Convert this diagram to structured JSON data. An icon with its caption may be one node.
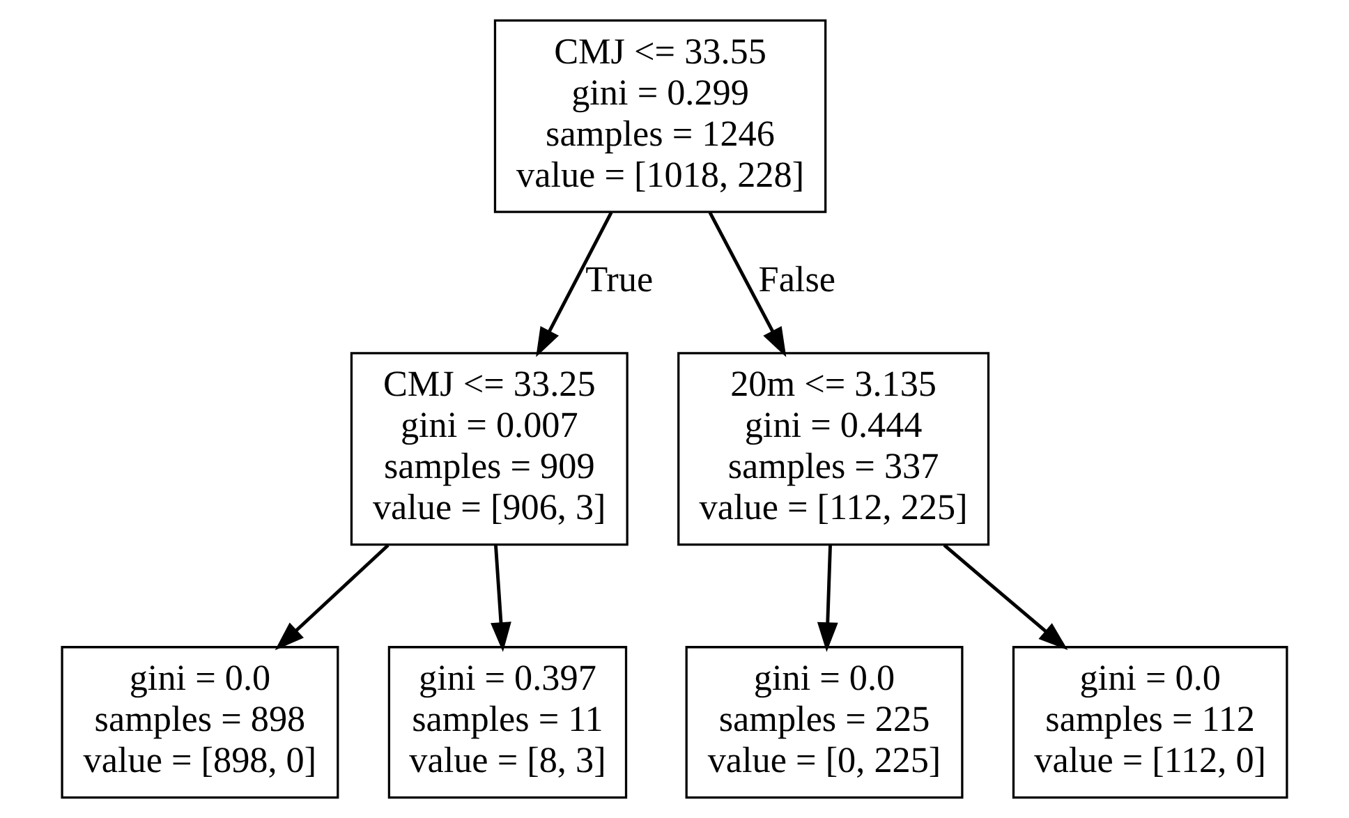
{
  "diagram": {
    "nodes": [
      {
        "text": [
          "CMJ <= 33.55",
          "gini = 0.299",
          "samples = 1246",
          "value = [1018, 228]"
        ]
      },
      {
        "text": [
          "CMJ <= 33.25",
          "gini = 0.007",
          "samples = 909",
          "value = [906, 3]"
        ]
      },
      {
        "text": [
          "20m <= 3.135",
          "gini = 0.444",
          "samples = 337",
          "value = [112, 225]"
        ]
      },
      {
        "text": [
          "gini = 0.0",
          "samples = 898",
          "value = [898, 0]"
        ]
      },
      {
        "text": [
          "gini = 0.397",
          "samples = 11",
          "value = [8, 3]"
        ]
      },
      {
        "text": [
          "gini = 0.0",
          "samples = 225",
          "value = [0, 225]"
        ]
      },
      {
        "text": [
          "gini = 0.0",
          "samples = 112",
          "value = [112, 0]"
        ]
      }
    ],
    "edges": [
      {
        "from": 0,
        "to": 1,
        "arrow": "to",
        "label": "True"
      },
      {
        "from": 0,
        "to": 2,
        "arrow": "to",
        "label": "False"
      },
      {
        "from": 1,
        "to": 3,
        "arrow": "to"
      },
      {
        "from": 1,
        "to": 4,
        "arrow": "to"
      },
      {
        "from": 2,
        "to": 5,
        "arrow": "to"
      },
      {
        "from": 2,
        "to": 6,
        "arrow": "to"
      }
    ]
  }
}
